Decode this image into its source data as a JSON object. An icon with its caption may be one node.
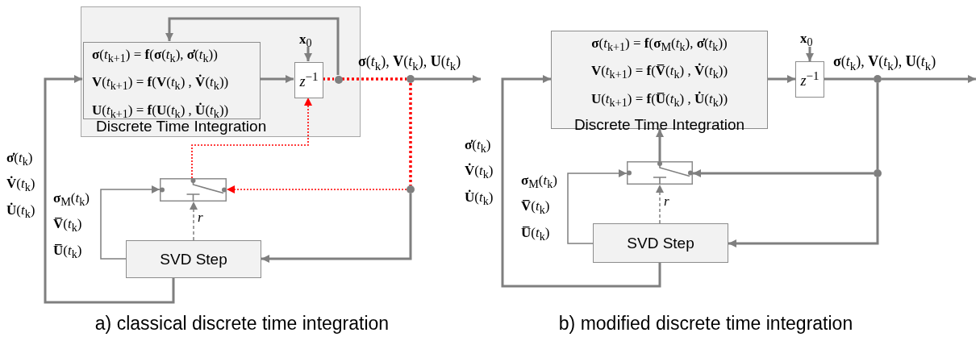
{
  "diagram": {
    "nodes": [
      {
        "text": [
          "Discrete Time Integration"
        ]
      },
      {
        "text": [
          "**σ**(*t*$_{k+1}$) = **f**(**σ**(*t*$_{k}$), **σ̇**(*t*$_{k}$))",
          "**V**(*t*$_{k+1}$) = **f**(**V**(*t*$_{k}$) , **V̇**(*t*$_{k}$))",
          "**U**(*t*$_{k+1}$) = **f**(**U**(*t*$_{k}$) , **U̇**(*t*$_{k}$))"
        ],
        "in": 0
      },
      {
        "text": [
          "**x**$_{0}$"
        ],
        "in": 0
      },
      {
        "text": [
          "*z*$^{−1}$"
        ],
        "in": 0
      },
      {
        "text": [],
        "shape": "circle",
        "in": 0
      },
      {
        "text": [],
        "shape": "circle"
      },
      {
        "text": [],
        "shape": "circle"
      },
      {
        "text": [],
        "shape": "box"
      },
      {
        "text": [
          "SVD Step"
        ]
      },
      {
        "text": [
          "**σ**(*t*$_{k+1}$) = **f**(**σ**$_{M}$(*t*$_{k}$), **σ̇**(*t*$_{k}$))",
          "**V**(*t*$_{k+1}$) = **f**(**V̅**(*t*$_{k}$) , **V̇**(*t*$_{k}$))",
          "**U**(*t*$_{k+1}$) = **f**(**U̅**(*t*$_{k}$) , **U̇**(*t*$_{k}$))",
          "Discrete Time Integration"
        ]
      },
      {
        "text": [
          "**x**$_{0}$"
        ]
      },
      {
        "text": [
          "*z*$^{−1}$"
        ]
      },
      {
        "text": [],
        "shape": "circle"
      },
      {
        "text": [],
        "shape": "circle"
      },
      {
        "text": [],
        "shape": "box"
      },
      {
        "text": [
          "SVD Step"
        ]
      }
    ],
    "edges": [
      {
        "from": 1,
        "to": 3,
        "arrow": "to"
      },
      {
        "from": 2,
        "to": 3,
        "arrow": "to"
      },
      {
        "from": 3,
        "to": 4,
        "arrow": "none",
        "style": "dashed",
        "color": "#ff0000"
      },
      {
        "from": 4,
        "to": 1,
        "arrow": "to"
      },
      {
        "from": 4,
        "to": 5,
        "arrow": "none",
        "style": "dashed",
        "color": "#ff0000"
      },
      {
        "from": 5,
        "to": null,
        "arrow": "to",
        "label": "**σ**(*t*$_{k}$), **V**(*t*$_{k}$), **U**(*t*$_{k}$)"
      },
      {
        "from": 5,
        "to": 6,
        "arrow": "none",
        "style": "dashed",
        "color": "#ff0000"
      },
      {
        "from": 6,
        "to": 7,
        "arrow": "to",
        "style": "dashed",
        "color": "#ff0000"
      },
      {
        "from": 6,
        "to": 8,
        "arrow": "to"
      },
      {
        "from": 7,
        "to": 3,
        "arrow": "to",
        "style": "dashed",
        "color": "#ff0000"
      },
      {
        "from": 8,
        "to": 7,
        "arrow": "to",
        "style": "dashed",
        "label": "*r*"
      },
      {
        "from": 8,
        "to": 7,
        "arrow": "to",
        "label": "**σ**$_{M}$(*t*$_{k}$) **V̅**(*t*$_{k}$) **U̅**(*t*$_{k}$)"
      },
      {
        "from": 8,
        "to": 1,
        "arrow": "to",
        "label": "**σ̇**(*t*$_{k}$) **V̇**(*t*$_{k}$) **U̇**(*t*$_{k}$)"
      },
      {
        "from": 9,
        "to": 11,
        "arrow": "to"
      },
      {
        "from": 10,
        "to": 11,
        "arrow": "to"
      },
      {
        "from": 11,
        "to": 12,
        "arrow": "none"
      },
      {
        "from": 12,
        "to": null,
        "arrow": "to",
        "label": "**σ**(*t*$_{k}$), **V**(*t*$_{k}$), **U**(*t*$_{k}$)"
      },
      {
        "from": 12,
        "to": 13,
        "arrow": "none"
      },
      {
        "from": 13,
        "to": 14,
        "arrow": "to"
      },
      {
        "from": 13,
        "to": 15,
        "arrow": "to"
      },
      {
        "from": 14,
        "to": 9,
        "arrow": "to"
      },
      {
        "from": 15,
        "to": 14,
        "arrow": "to",
        "style": "dashed",
        "label": "*r*"
      },
      {
        "from": 15,
        "to": 14,
        "arrow": "to",
        "label": "**σ**$_{M}$(*t*$_{k}$) **V̅**(*t*$_{k}$) **U̅**(*t*$_{k}$)"
      },
      {
        "from": 15,
        "to": 9,
        "arrow": "to",
        "label": "**σ̇**(*t*$_{k}$) **V̇**(*t*$_{k}$) **U̇**(*t*$_{k}$)"
      }
    ],
    "labels": [
      "a) classical discrete time integration",
      "b) modified discrete time integration"
    ]
  }
}
